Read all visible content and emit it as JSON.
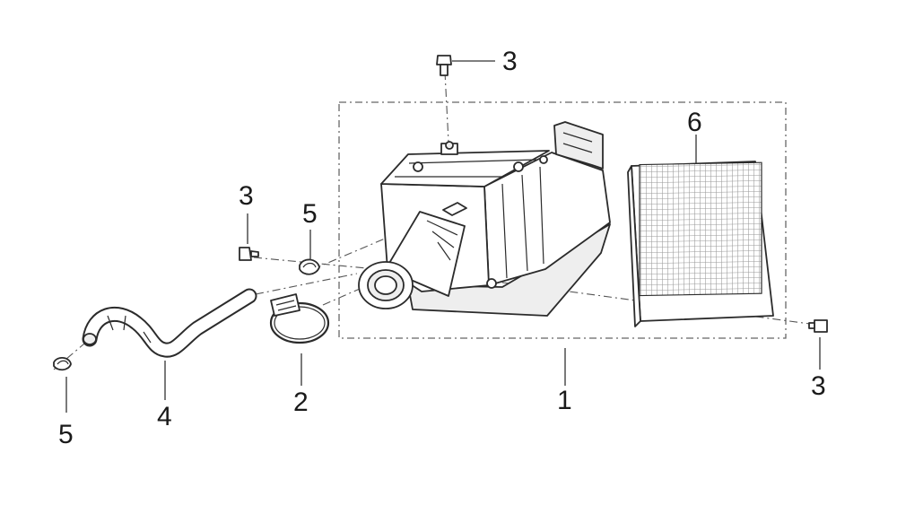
{
  "callouts": {
    "air_cleaner_assembly": "1",
    "hose_clamp": "2",
    "bolt_top": "3",
    "bolt_left": "3",
    "bolt_right": "3",
    "breather_tube": "4",
    "clip_near_box": "5",
    "clip_tube_end": "5",
    "filter_element": "6"
  },
  "colors": {
    "line": "#2b2b2b",
    "background": "#ffffff",
    "mesh": "#9a9a9a"
  },
  "icons": [
    "bolt-icon",
    "hose-clamp-icon",
    "spring-clip-icon",
    "breather-tube-icon",
    "filter-element-icon",
    "air-cleaner-box-icon"
  ]
}
